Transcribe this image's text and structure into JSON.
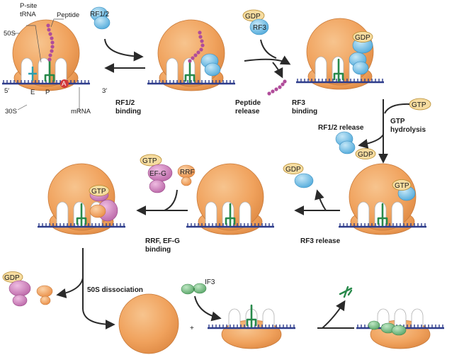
{
  "stage1": {
    "psite_1": "P-site",
    "psite_2": "tRNA",
    "peptide": "Peptide",
    "s50": "50S",
    "s30": "30S",
    "mrna": "mRNA",
    "five_prime": "5′",
    "three_prime": "3′",
    "site_e": "E",
    "site_p": "P",
    "site_a": "A",
    "rf12": "RF1/2"
  },
  "steps": {
    "rf12_binding_1": "RF1/2",
    "rf12_binding_2": "binding",
    "gdp": "GDP",
    "rf3": "RF3",
    "peptide_release_1": "Peptide",
    "peptide_release_2": "release",
    "rf3_binding_1": "RF3",
    "rf3_binding_2": "binding",
    "gdp_on_ribosome": "GDP",
    "gtp": "GTP",
    "gtp_hydrolysis_1": "GTP",
    "gtp_hydrolysis_2": "hydrolysis",
    "rf12_release": "RF1/2 release",
    "gdp_released": "GDP",
    "gtp_on_ribosome": "GTP",
    "gdp_rf3_released": "GDP",
    "rf3_release": "RF3 release",
    "gtp_efg": "GTP",
    "efg": "EF-G",
    "rrf": "RRF",
    "gtp_complex": "GTP",
    "rrf_efg_binding_1": "RRF, EF-G",
    "rrf_efg_binding_2": "binding",
    "gdp_final": "GDP",
    "dissociation": "50S dissociation",
    "if3": "IF3",
    "plus": "+"
  },
  "colors": {
    "ribosome": "#f0a25d",
    "ribosome_edge": "#c87a3a",
    "mrna": "#2e3d8c",
    "trna": "#27894a",
    "trna_e": "#2aa0b0",
    "release_factor": "#5fb5e0",
    "efg": "#c86db0",
    "rrf": "#f09b4f",
    "if3": "#5aae6a",
    "gdp_badge": "#f6dca0",
    "peptide": "#b04c9a",
    "site_a": "#d23a3a",
    "arrow": "#2a2a2a"
  }
}
